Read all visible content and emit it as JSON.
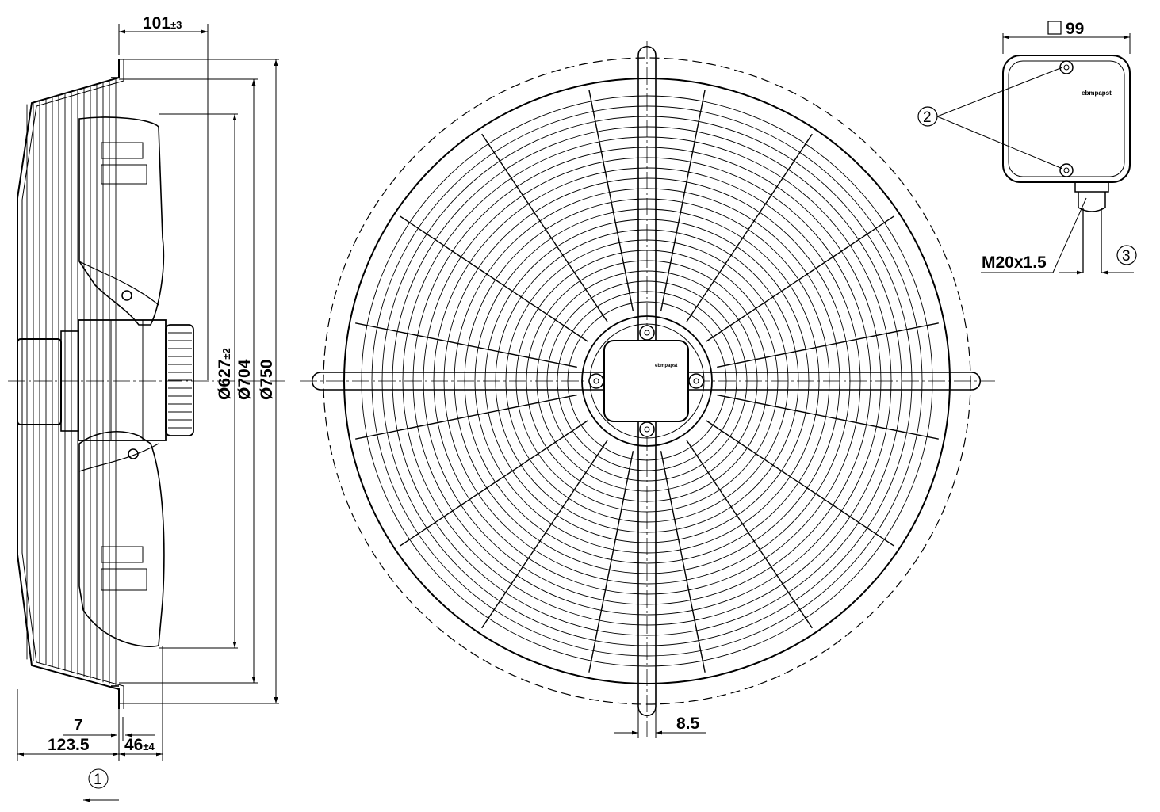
{
  "dimensions": {
    "depth_top": "101",
    "depth_top_tol": "±3",
    "d_impeller": "Ø627",
    "d_impeller_tol": "±2",
    "d_inner": "Ø704",
    "d_outer": "Ø750",
    "offset_small": "7",
    "depth_total": "123.5",
    "depth_hub": "46",
    "depth_hub_tol": "±4",
    "hole_width": "8.5",
    "box_square": "99",
    "cable_gland": "M20x1.5"
  },
  "callouts": {
    "airflow": "1",
    "screws": "2",
    "cable": "3"
  },
  "brand_label": "ebmpapst",
  "colors": {
    "line": "#000000",
    "background": "#ffffff"
  }
}
